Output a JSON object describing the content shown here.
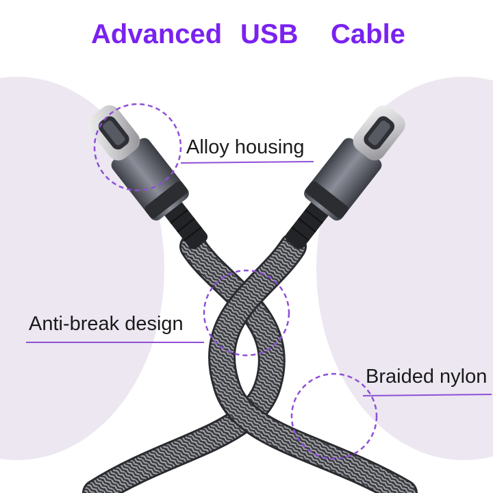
{
  "title": {
    "word1": "Advanced",
    "word2": "USB",
    "word3": "Cable"
  },
  "callouts": [
    {
      "id": "alloy",
      "label": "Alloy housing"
    },
    {
      "id": "anti",
      "label": "Anti-break design"
    },
    {
      "id": "braid",
      "label": "Braided nylon"
    }
  ],
  "colors": {
    "accent": "#7a22f0",
    "callout_line": "#8e4fd6",
    "background_blob": "#ece7f1",
    "label_text": "#1a1a1a"
  }
}
